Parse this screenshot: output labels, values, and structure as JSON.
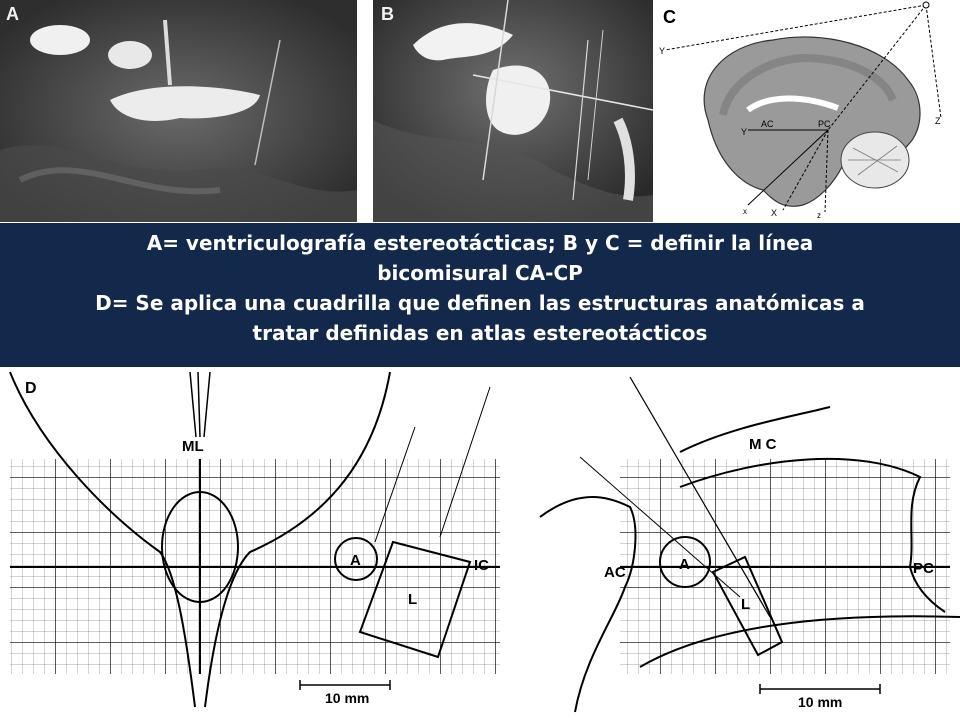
{
  "panels": {
    "a": {
      "letter": "A"
    },
    "b": {
      "letter": "B"
    },
    "c": {
      "letter": "C",
      "axis_labels": {
        "y_top": "Y",
        "z_right": "Z",
        "o_top": "O",
        "y_inner": "Y",
        "x_bottom": "X",
        "x_bottom2": "x",
        "z_bottom": "z",
        "x_inner": "x'"
      },
      "structure_labels": {
        "ac": "AC",
        "pc": "PC"
      }
    },
    "d": {
      "letter": "D",
      "left_grid": {
        "ml": "ML",
        "a": "A",
        "l": "L",
        "ic": "IC",
        "scale": "10 mm"
      },
      "right_grid": {
        "mc": "M C",
        "ac": "AC",
        "a": "A",
        "l": "L",
        "pc": "PC",
        "scale": "10 mm"
      }
    }
  },
  "caption": {
    "line1": "A= ventriculografía estereotácticas; B y C = definir la línea",
    "line2": "bicomisural CA-CP",
    "line3": "D= Se aplica una cuadrilla que definen las estructuras anatómicas a",
    "line4": "tratar definidas en atlas estereotácticos"
  },
  "colors": {
    "caption_band": "#13294b",
    "caption_text": "#ffffff"
  }
}
